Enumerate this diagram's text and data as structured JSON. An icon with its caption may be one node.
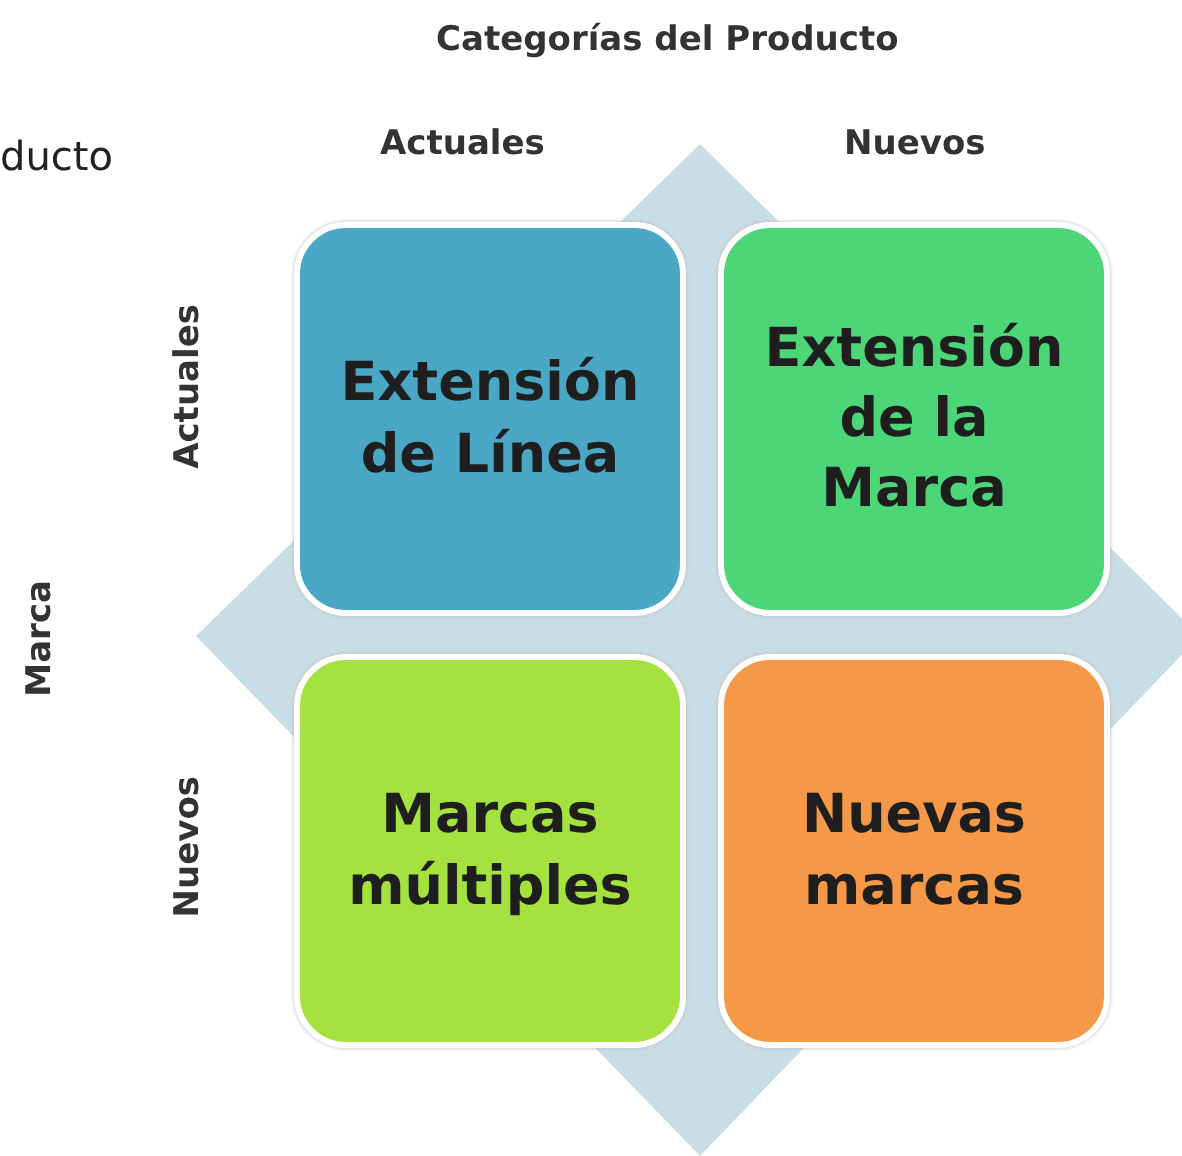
{
  "diagram": {
    "title": "Categorías del Producto",
    "nodes": [
      {
        "text": [
          "Extensión de Línea"
        ]
      },
      {
        "text": [
          "Extensión de la Marca"
        ]
      },
      {
        "text": [
          "Marcas múltiples"
        ]
      },
      {
        "text": [
          "Nuevas marcas"
        ]
      }
    ],
    "edges": [],
    "labels": [
      "ducto",
      "Actuales",
      "Nuevos",
      "Actuales",
      "Marca",
      "Nuevos"
    ]
  }
}
